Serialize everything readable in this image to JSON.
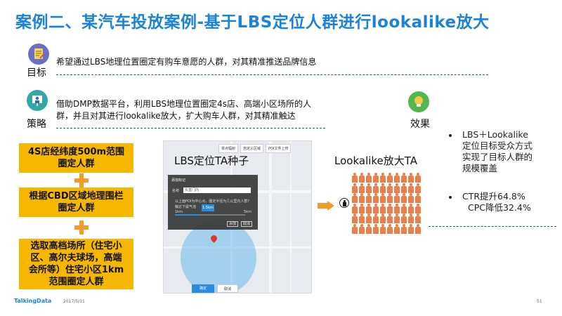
{
  "title": "案例二、某汽车投放案例-基于LBS定位人群进行lookalike放大",
  "goal": {
    "label": "目标",
    "text": "希望通过LBS地理位置圈定有购车意愿的人群，对其精准推送品牌信息"
  },
  "strategy": {
    "label": "策略",
    "line1": "借助DMP数据平台，利用LBS地理位置圈定4s店、高端小区场所的人",
    "line2": "群，并且对其进行lookalike放大，扩大购车人群，对其精准触达"
  },
  "steps": [
    {
      "line1": "4S店经纬度500m范围",
      "line2": "圈定人群"
    },
    {
      "line1": "根据CBD区域地理围栏",
      "line2": "圈定人群"
    },
    {
      "line1": "选取高档场所（住宅小",
      "line2": "区、高尔夫球场，高端",
      "line3": "会所等）住宅小区1km",
      "line4": "范围圈定人群"
    }
  ],
  "map": {
    "seed_label": "LBS定位TA种子",
    "toolbar": [
      "单点辐射",
      "自定义区域",
      "POI文件上传"
    ],
    "dialog_title": "添加标记",
    "name_label": "名称",
    "name_value": "东直门内",
    "desc_line1": "以上面POI为中心点，圈定半径为几公里内人群?",
    "desc_line2": "触达下属气泡",
    "slider_min": "1km",
    "slider_max": "5km",
    "slider_tip": "1.5km",
    "slider_value_fraction": 0.35,
    "btn_ok": "添加",
    "btn_cancel": "取消",
    "bottom_ok": "确定",
    "bottom_cancel": "取消"
  },
  "lookalike_label": "Lookalike放大TA",
  "result": {
    "label": "效果",
    "item1_lines": [
      "LBS＋Lookalike",
      "定位目标受众方式",
      "实现了目标人群的",
      "规模覆盖"
    ],
    "item2_lines": [
      "CTR提升64.8%",
      "CPC降低32.4%"
    ]
  },
  "footer": {
    "logo": "TalkingData",
    "date": "2017/5/31",
    "page": "51"
  },
  "colors": {
    "title_blue": "#1a82d8",
    "box_yellow": "#f5b700",
    "accent_orange": "#f29a2a",
    "person_orange": "#e97f4a",
    "dash_green": "#1e6e3a"
  }
}
